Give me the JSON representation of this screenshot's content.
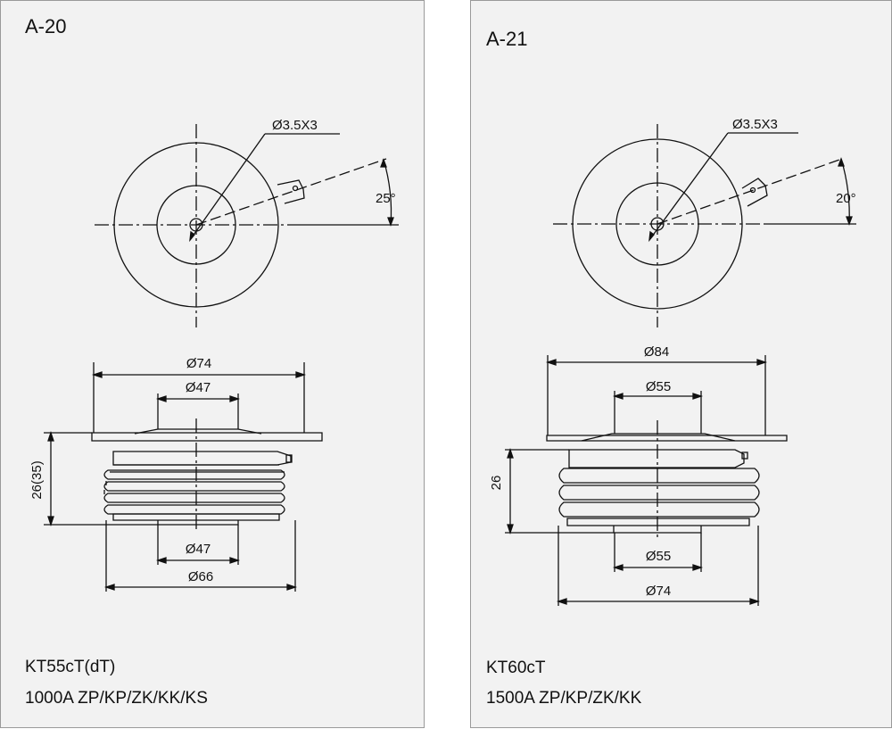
{
  "panels": [
    {
      "title": "A-20",
      "gate_hole": "Ø3.5X3",
      "angle": "25°",
      "dims": {
        "outer_top": "Ø74",
        "inner_top": "Ø47",
        "height": "26(35)",
        "inner_bottom": "Ø47",
        "outer_bottom": "Ø66"
      },
      "model": "KT55cT(dT)",
      "rating": "1000A  ZP/KP/ZK/KK/KS"
    },
    {
      "title": "A-21",
      "gate_hole": "Ø3.5X3",
      "angle": "20°",
      "dims": {
        "outer_top": "Ø84",
        "inner_top": "Ø55",
        "height": "26",
        "inner_bottom": "Ø55",
        "outer_bottom": "Ø74"
      },
      "model": "KT60cT",
      "rating": "1500A  ZP/KP/ZK/KK"
    }
  ]
}
